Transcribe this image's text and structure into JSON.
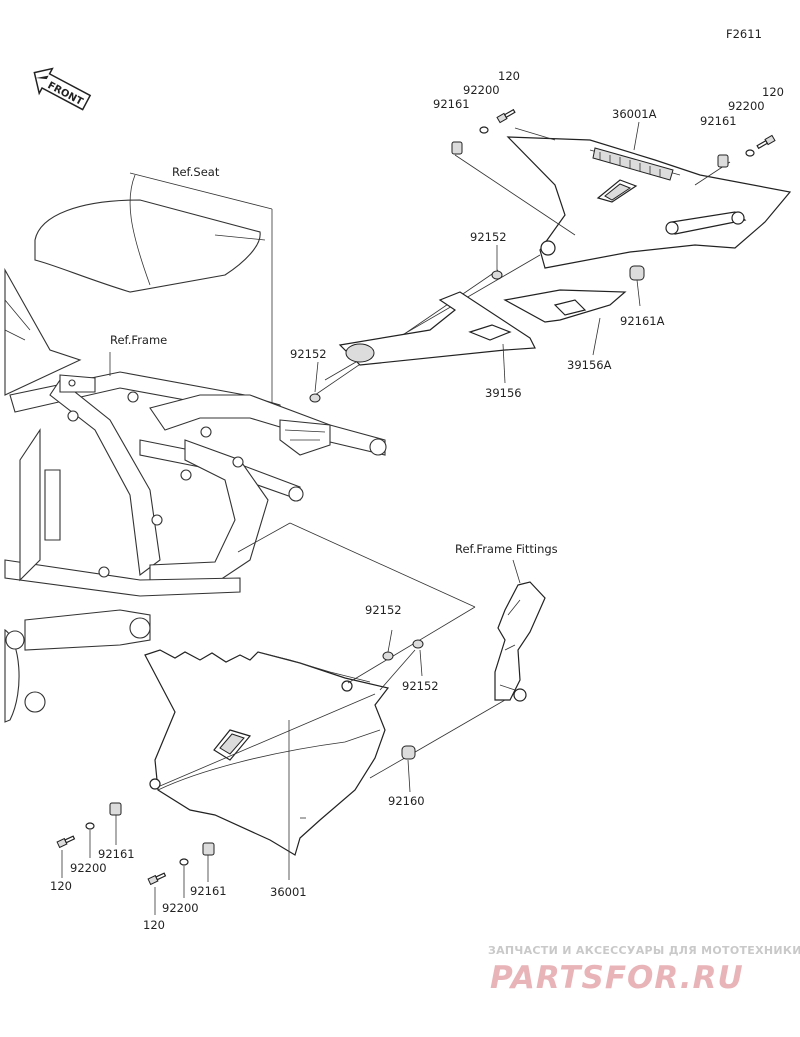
{
  "diagram_id": "F2611",
  "front_label": "FRONT",
  "references": {
    "seat": "Ref.Seat",
    "frame": "Ref.Frame",
    "frame_fittings": "Ref.Frame Fittings"
  },
  "callouts": {
    "c1": "120",
    "c2": "92200",
    "c3": "92161",
    "c4": "36001A",
    "c5": "120",
    "c6": "92200",
    "c7": "92161",
    "c8": "92152",
    "c9": "92161A",
    "c10": "39156A",
    "c11": "92152",
    "c12": "39156",
    "c13": "92152",
    "c14": "92152",
    "c15": "92160",
    "c16": "92161",
    "c17": "92200",
    "c18": "120",
    "c19": "92161",
    "c20": "92200",
    "c21": "120",
    "c22": "36001"
  },
  "watermark": {
    "line1": "ЗАПЧАСТИ И АКСЕССУАРЫ ДЛЯ МОТОТЕХНИКИ",
    "line2": "PARTSFOR.RU"
  }
}
